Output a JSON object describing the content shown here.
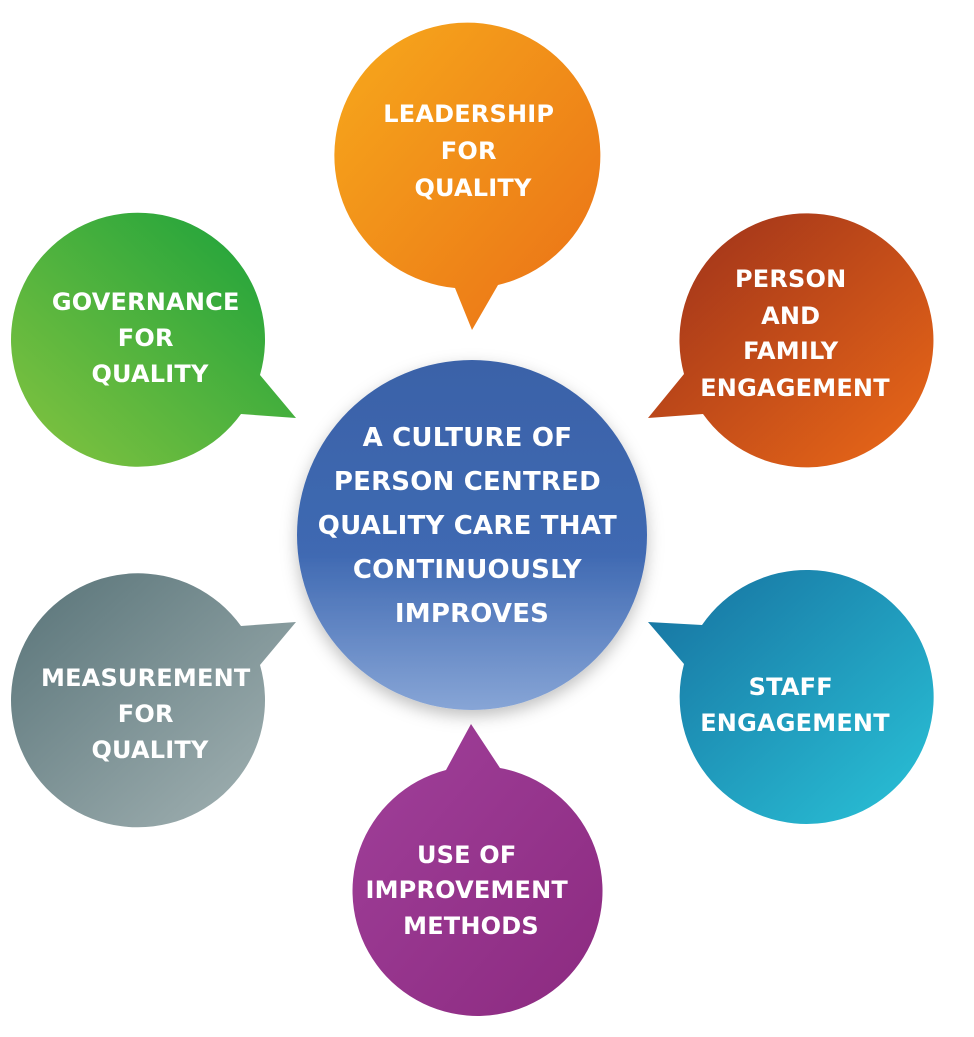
{
  "center": {
    "lines": [
      "A CULTURE OF",
      "PERSON CENTRED",
      "QUALITY CARE THAT",
      "CONTINUOUSLY",
      "IMPROVES"
    ]
  },
  "bubbles": [
    {
      "id": "leadership",
      "lines": [
        "LEADERSHIP",
        "FOR",
        "QUALITY"
      ],
      "colors": [
        "#f6a31b",
        "#ec7a17"
      ]
    },
    {
      "id": "person-family",
      "lines": [
        "PERSON",
        "AND",
        "FAMILY",
        "ENGAGEMENT"
      ],
      "colors": [
        "#a33a1c",
        "#e8661a"
      ]
    },
    {
      "id": "staff",
      "lines": [
        "STAFF",
        "ENGAGEMENT"
      ],
      "colors": [
        "#1b86b3",
        "#27b9d3"
      ]
    },
    {
      "id": "improvement-methods",
      "lines": [
        "USE OF",
        "IMPROVEMENT",
        "METHODS"
      ],
      "colors": [
        "#8e2d85",
        "#b03b8a"
      ]
    },
    {
      "id": "measurement",
      "lines": [
        "MEASUREMENT",
        "FOR",
        "QUALITY"
      ],
      "colors": [
        "#5f7a80",
        "#9aabad"
      ]
    },
    {
      "id": "governance",
      "lines": [
        "GOVERNANCE",
        "FOR",
        "QUALITY"
      ],
      "colors": [
        "#7cbf3a",
        "#1fa43c"
      ]
    }
  ]
}
